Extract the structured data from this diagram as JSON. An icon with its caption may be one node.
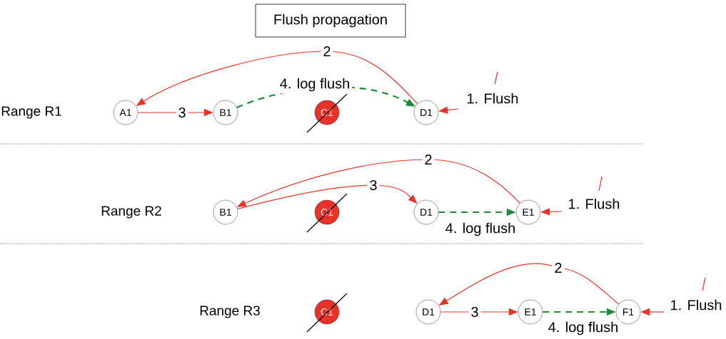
{
  "diagram": {
    "nodes": [
      {
        "text": [
          "Flush propagation"
        ]
      },
      {
        "text": [
          "A1"
        ]
      },
      {
        "text": [
          "B1"
        ]
      },
      {
        "text": [
          "C1"
        ]
      },
      {
        "text": [
          "D1"
        ]
      },
      {
        "text": [
          "B1"
        ]
      },
      {
        "text": [
          "C1"
        ]
      },
      {
        "text": [
          "D1"
        ]
      },
      {
        "text": [
          "E1"
        ]
      },
      {
        "text": [
          "C1"
        ]
      },
      {
        "text": [
          "D1"
        ]
      },
      {
        "text": [
          "E1"
        ]
      },
      {
        "text": [
          "F1"
        ]
      }
    ],
    "edges": [
      {
        "from": null,
        "to": 4,
        "arrow": "to",
        "label": "1. Flush"
      },
      {
        "from": 4,
        "to": 1,
        "arrow": "to",
        "label": "2"
      },
      {
        "from": 1,
        "to": 2,
        "arrow": "to",
        "label": "3"
      },
      {
        "from": 2,
        "to": 4,
        "arrow": "to",
        "label": "4. log flush",
        "style": "dashed",
        "color": "#1e8a3c"
      },
      {
        "from": null,
        "to": 8,
        "arrow": "to",
        "label": "1. Flush"
      },
      {
        "from": 8,
        "to": 5,
        "arrow": "to",
        "label": "2"
      },
      {
        "from": 5,
        "to": 7,
        "arrow": "to",
        "label": "3"
      },
      {
        "from": 7,
        "to": 8,
        "arrow": "to",
        "label": "4. log flush",
        "style": "dashed",
        "color": "#1e8a3c"
      },
      {
        "from": null,
        "to": 12,
        "arrow": "to",
        "label": "1. Flush"
      },
      {
        "from": 12,
        "to": 10,
        "arrow": "to",
        "label": "2"
      },
      {
        "from": 10,
        "to": 11,
        "arrow": "to",
        "label": "3"
      },
      {
        "from": 11,
        "to": 12,
        "arrow": "to",
        "label": "4. log flush",
        "style": "dashed",
        "color": "#1e8a3c"
      }
    ],
    "labels": [
      "Range R1",
      "Range R2",
      "Range R3"
    ]
  }
}
